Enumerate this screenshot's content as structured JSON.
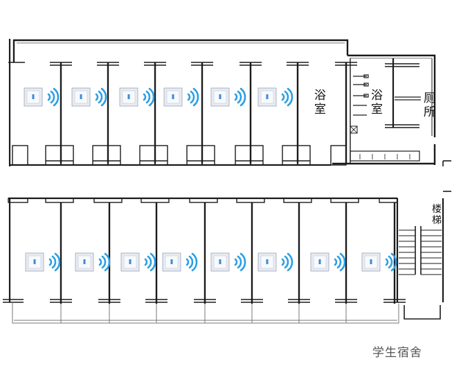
{
  "rooms": {
    "bath_1": [
      "浴",
      "室"
    ],
    "bath_2": [
      "浴",
      "室"
    ],
    "toilet": [
      "厕",
      "所"
    ],
    "stairs": [
      "楼",
      "梯"
    ]
  },
  "caption": "学生宿舍",
  "colors": {
    "wall": "#1a1a1a",
    "thin_line": "#777777",
    "switch_panel": "#e7ebf2",
    "switch_button": "#3b8bd6",
    "wifi": "#2a9fe4"
  },
  "icons": {
    "switch": "smart-switch-icon",
    "signal": "wifi-signal-icon"
  },
  "top_row_switch_count": 6,
  "bottom_row_switch_count": 8
}
